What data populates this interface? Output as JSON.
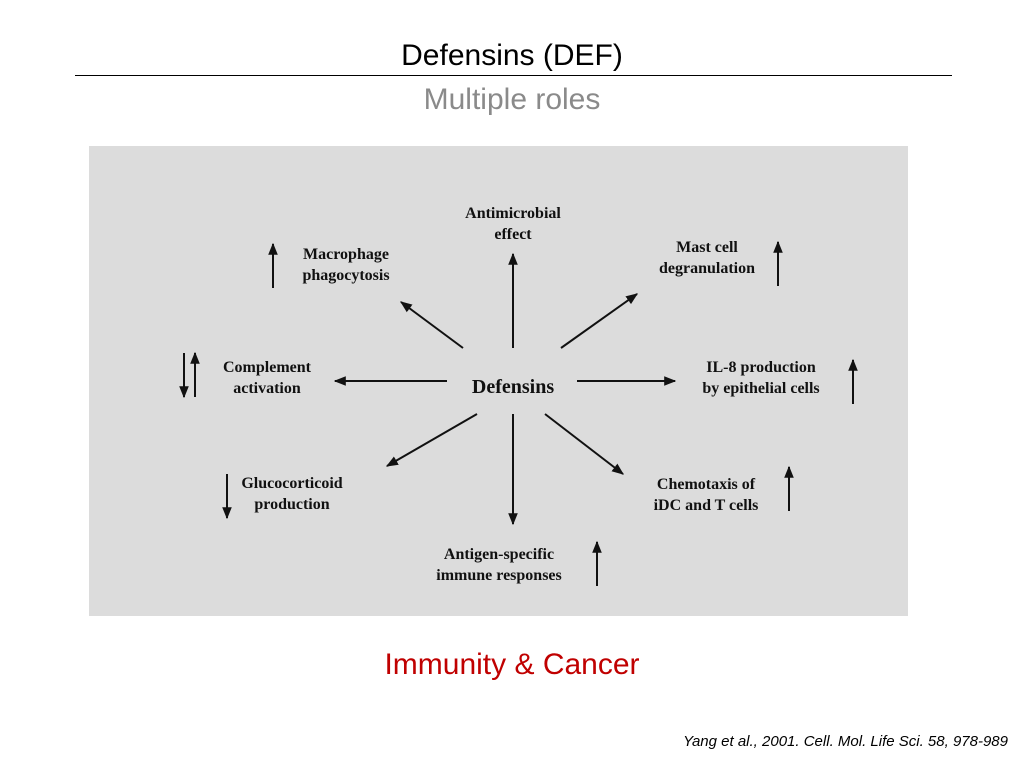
{
  "slide": {
    "title": "Defensins (DEF)",
    "subtitle": "Multiple roles",
    "footer": "Immunity & Cancer",
    "citation": "Yang et al., 2001. Cell. Mol. Life Sci. 58, 978-989"
  },
  "colors": {
    "subtitle": "#8a8a8a",
    "footer": "#c00000",
    "figure_background": "#dcdcdc",
    "ink": "#111111"
  },
  "diagram": {
    "center": "Defensins",
    "nodes": [
      {
        "id": "antimicrobial",
        "lines": [
          "Antimicrobial",
          "effect"
        ],
        "effect": "none"
      },
      {
        "id": "mast-cell",
        "lines": [
          "Mast cell",
          "degranulation"
        ],
        "effect": "up"
      },
      {
        "id": "il8",
        "lines": [
          "IL-8 production",
          "by epithelial cells"
        ],
        "effect": "up"
      },
      {
        "id": "chemotaxis",
        "lines": [
          "Chemotaxis of",
          "iDC and T cells"
        ],
        "effect": "up"
      },
      {
        "id": "antigen",
        "lines": [
          "Antigen-specific",
          "immune responses"
        ],
        "effect": "up"
      },
      {
        "id": "glucocorticoid",
        "lines": [
          "Glucocorticoid",
          "production"
        ],
        "effect": "down"
      },
      {
        "id": "complement",
        "lines": [
          "Complement",
          "activation"
        ],
        "effect": "down-up"
      },
      {
        "id": "macrophage",
        "lines": [
          "Macrophage",
          "phagocytosis"
        ],
        "effect": "up"
      }
    ]
  }
}
